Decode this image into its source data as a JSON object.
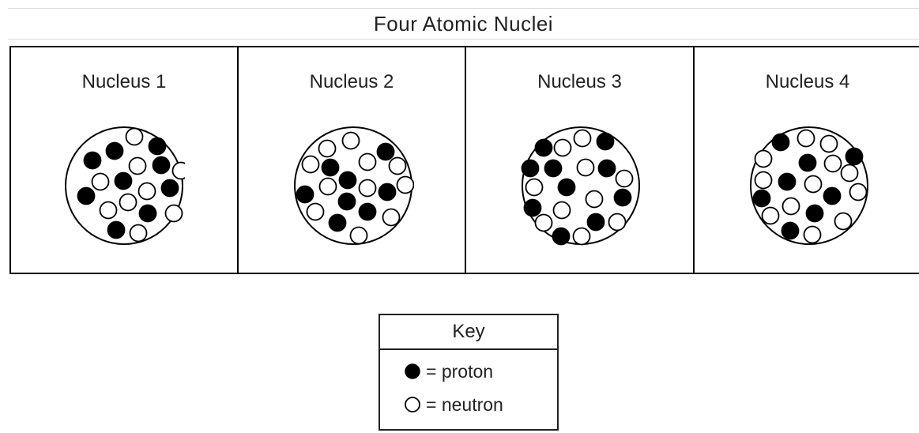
{
  "title": "Four Atomic Nuclei",
  "nuclei": [
    {
      "label": "Nucleus 1"
    },
    {
      "label": "Nucleus 2"
    },
    {
      "label": "Nucleus 3"
    },
    {
      "label": "Nucleus 4"
    }
  ],
  "key": {
    "title": "Key",
    "proton_label": "= proton",
    "neutron_label": "= neutron"
  },
  "colors": {
    "proton": "#000000",
    "neutron": "#ffffff",
    "outline": "#000000"
  }
}
